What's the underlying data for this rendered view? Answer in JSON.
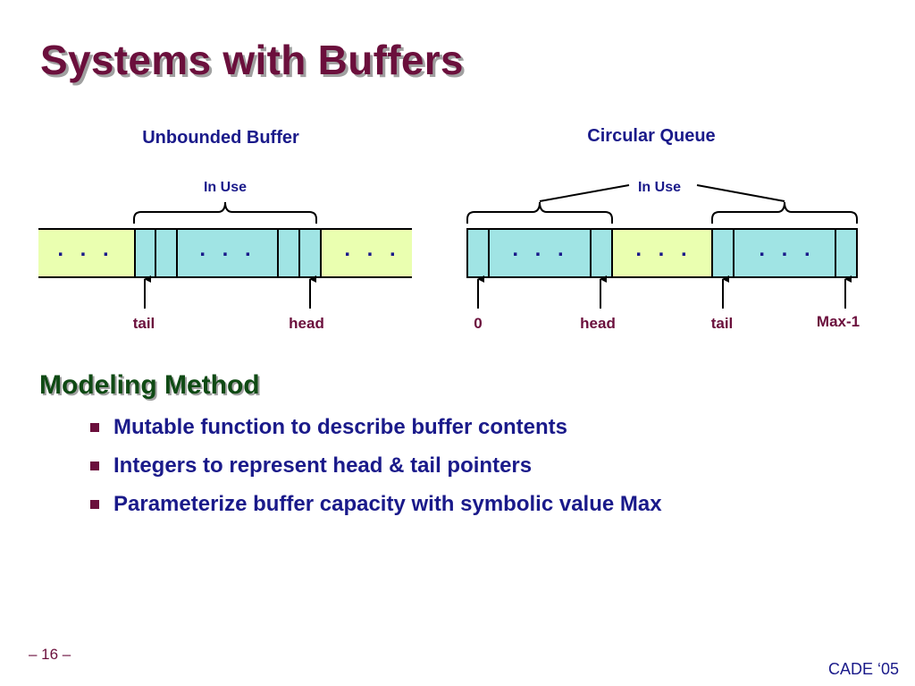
{
  "slide": {
    "title": "Systems with Buffers",
    "page_number": "– 16 –",
    "footer": "CADE ‘05"
  },
  "diagram": {
    "unbounded": {
      "heading": "Unbounded Buffer",
      "brace_label": "In Use",
      "ellipsis": ". . .",
      "pointer_tail": "tail",
      "pointer_head": "head"
    },
    "circular": {
      "heading": "Circular Queue",
      "brace_label": "In Use",
      "ellipsis": ". . .",
      "pointer_zero": "0",
      "pointer_head": "head",
      "pointer_tail": "tail",
      "pointer_max": "Max-1"
    },
    "colors": {
      "in_use_fill": "#a0e4e4",
      "free_fill": "#eaffb0",
      "title_color": "#6b0f3c",
      "heading_color": "#0f4a14",
      "text_color": "#1a1a8a"
    }
  },
  "modeling": {
    "heading": "Modeling Method",
    "bullets": [
      "Mutable function to describe buffer contents",
      "Integers to represent head & tail pointers",
      "Parameterize buffer capacity with symbolic value Max"
    ]
  }
}
